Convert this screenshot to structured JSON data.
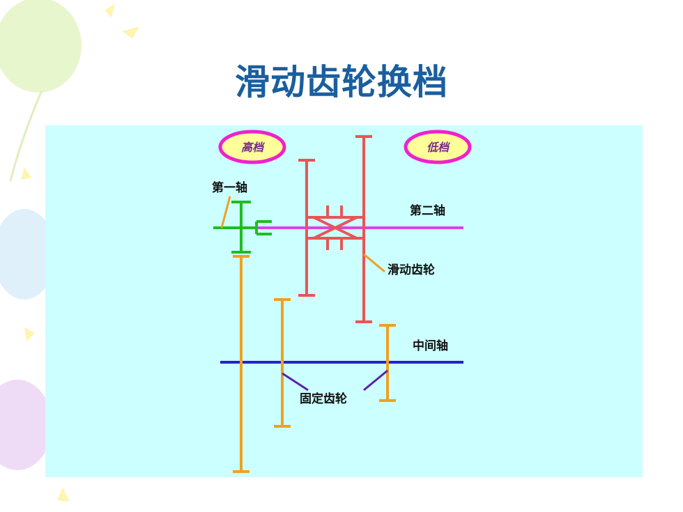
{
  "title": "滑动齿轮换档",
  "colors": {
    "panel_bg": "#ccffff",
    "title": "#1a5e9e",
    "first_shaft": "#22bb22",
    "second_shaft": "#dd44dd",
    "sliding_gear": "#e85555",
    "intermediate_shaft": "#2222cc",
    "fixed_gear": "#f0a020",
    "pointer_fixed": "#5522aa",
    "badge_fill": "#ffff99",
    "badge_border": "#ee22cc"
  },
  "badges": {
    "high": "高档",
    "low": "低档"
  },
  "labels": {
    "first_shaft": "第一轴",
    "second_shaft": "第二轴",
    "sliding_gear": "滑动齿轮",
    "intermediate_shaft": "中间轴",
    "fixed_gear": "固定齿轮"
  }
}
